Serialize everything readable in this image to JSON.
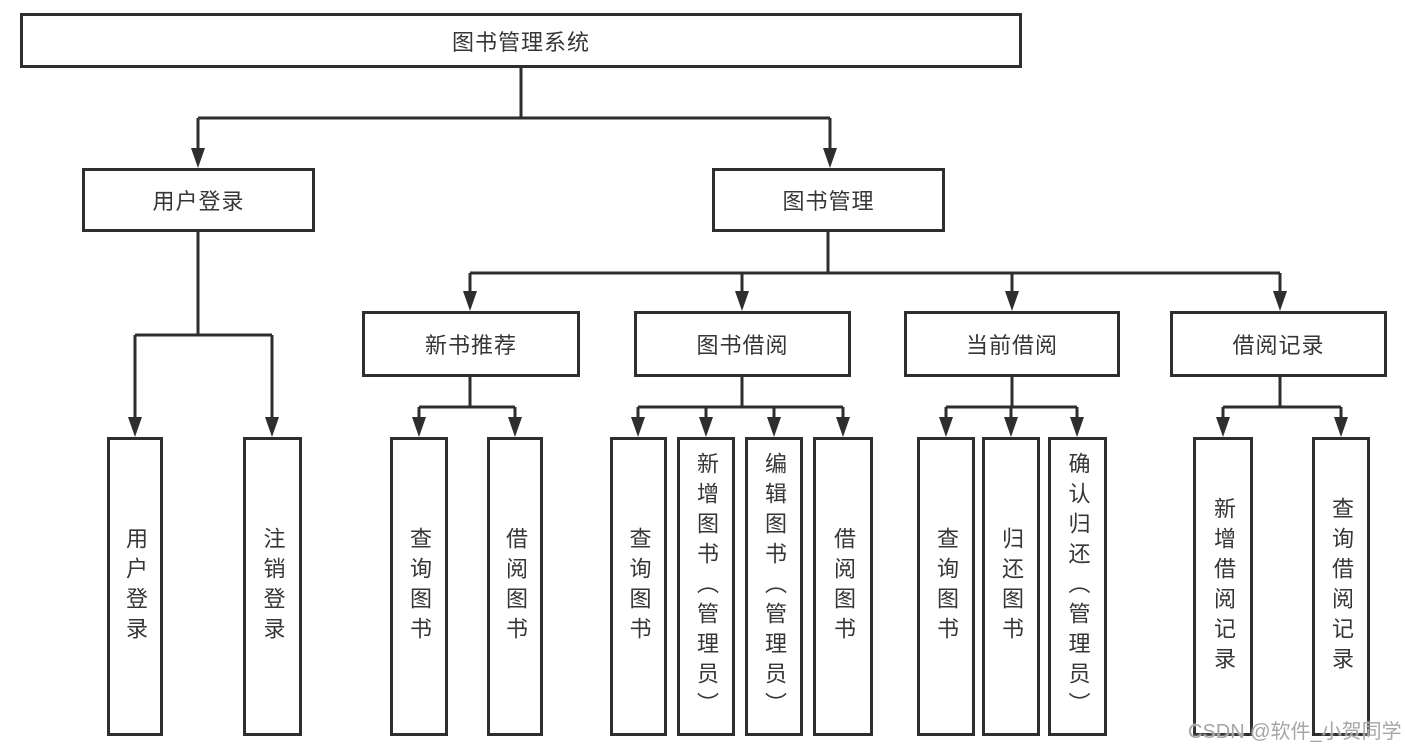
{
  "diagram": {
    "title": "图书管理系统",
    "branches": {
      "user_login": {
        "label": "用户登录",
        "children": [
          "用户登录",
          "注销登录"
        ]
      },
      "book_mgmt": {
        "label": "图书管理",
        "sections": {
          "new_books": {
            "label": "新书推荐",
            "children": [
              "查询图书",
              "借阅图书"
            ]
          },
          "book_borrow": {
            "label": "图书借阅",
            "children": [
              "查询图书",
              "新增图书（管理员）",
              "编辑图书（管理员）",
              "借阅图书"
            ]
          },
          "current_borrow": {
            "label": "当前借阅",
            "children": [
              "查询图书",
              "归还图书",
              "确认归还（管理员）"
            ]
          },
          "borrow_records": {
            "label": "借阅记录",
            "children": [
              "新增借阅记录",
              "查询借阅记录"
            ]
          }
        }
      }
    }
  },
  "watermark": "CSDN @软件_小贺同学",
  "colors": {
    "line": "#2e2e2e",
    "box_border": "#2e2e2e",
    "box_background": "#ffffff",
    "text": "#363636",
    "watermark": "#a6a6a6"
  }
}
